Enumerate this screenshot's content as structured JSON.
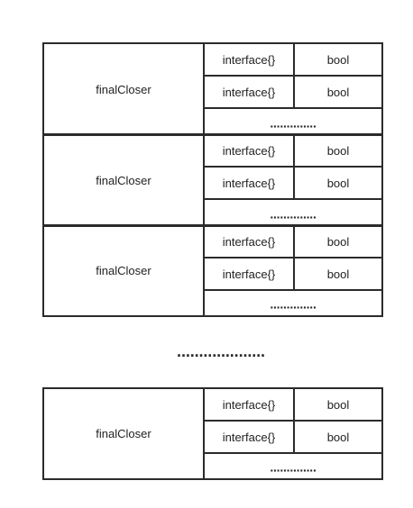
{
  "blocks": [
    {
      "label": "finalCloser",
      "rows": [
        {
          "type": "interface{}",
          "flag": "bool"
        },
        {
          "type": "interface{}",
          "flag": "bool"
        }
      ],
      "more": "··············"
    },
    {
      "label": "finalCloser",
      "rows": [
        {
          "type": "interface{}",
          "flag": "bool"
        },
        {
          "type": "interface{}",
          "flag": "bool"
        }
      ],
      "more": "··············"
    },
    {
      "label": "finalCloser",
      "rows": [
        {
          "type": "interface{}",
          "flag": "bool"
        },
        {
          "type": "interface{}",
          "flag": "bool"
        }
      ],
      "more": "··············"
    },
    {
      "label": "finalCloser",
      "rows": [
        {
          "type": "interface{}",
          "flag": "bool"
        },
        {
          "type": "interface{}",
          "flag": "bool"
        }
      ],
      "more": "··············"
    }
  ],
  "gap_ellipsis": "····················"
}
